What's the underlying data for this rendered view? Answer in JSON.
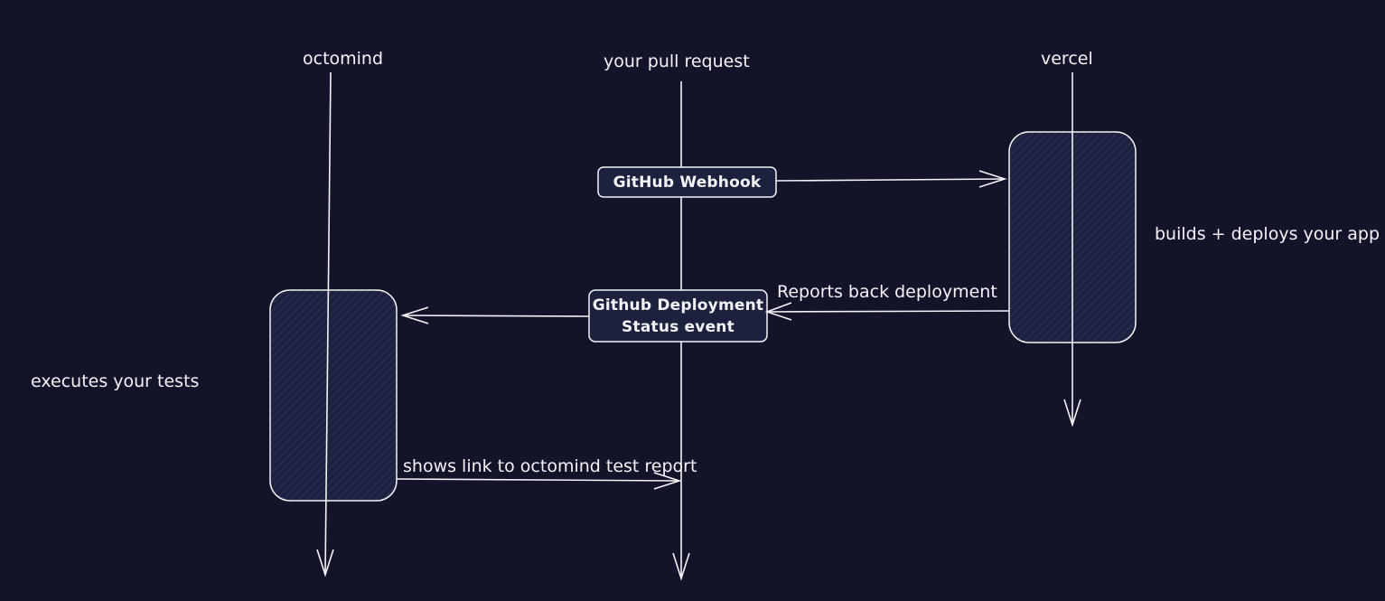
{
  "colors": {
    "background": "#13142a",
    "stroke": "#f4f4f6",
    "box_fill": "#1d2140",
    "hatch": "#2b3158"
  },
  "actors": {
    "octomind": "octomind",
    "pull_request": "your pull request",
    "vercel": "vercel"
  },
  "boxes": {
    "webhook": "GitHub Webhook",
    "deployment_status_line1": "Github Deployment",
    "deployment_status_line2": "Status event"
  },
  "messages": {
    "reports_back": "Reports back deployment",
    "shows_link": "shows link to octomind test report"
  },
  "notes": {
    "vercel_activity": "builds + deploys your app",
    "octomind_activity": "executes your tests"
  }
}
